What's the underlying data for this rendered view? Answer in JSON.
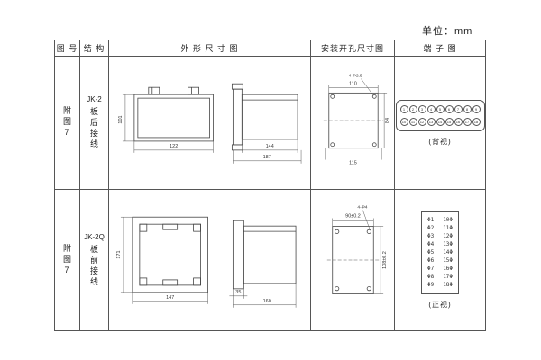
{
  "unit_label": "单位：mm",
  "headers": {
    "fig_no": "图 号",
    "structure": "结 构",
    "outline": "外  形  尺  寸  图",
    "mounting": "安装开孔尺寸图",
    "terminal": "端 子 图"
  },
  "row1": {
    "fig_no": "附图7",
    "model": "JK-2",
    "wiring": "板后接线",
    "outline": {
      "front_height": "101",
      "front_width": "122",
      "side_depth": "144",
      "side_total": "187"
    },
    "mounting": {
      "holes_note": "4-Φ2.5",
      "width_top": "110",
      "height_right": "84",
      "width_bottom": "115"
    },
    "terminal": {
      "view_label": "(背视)",
      "top_row": [
        "1",
        "2",
        "3",
        "4",
        "5",
        "6",
        "7",
        "8",
        "9"
      ],
      "bottom_row": [
        "10",
        "11",
        "12",
        "13",
        "14",
        "15",
        "16",
        "17",
        "18"
      ]
    }
  },
  "row2": {
    "fig_no": "附图7",
    "model": "JK-2Q",
    "wiring": "板前接线",
    "outline": {
      "front_height": "171",
      "front_width": "147",
      "flange_depth": "35",
      "side_total": "160"
    },
    "mounting": {
      "width_top": "90±0.2",
      "height_right": "108±0.2",
      "holes_note": "4-Φ4"
    },
    "terminal": {
      "view_label": "(正视)",
      "pairs": [
        [
          "Φ1",
          "10Φ"
        ],
        [
          "Φ2",
          "11Φ"
        ],
        [
          "Φ3",
          "12Φ"
        ],
        [
          "Φ4",
          "13Φ"
        ],
        [
          "Φ5",
          "14Φ"
        ],
        [
          "Φ6",
          "15Φ"
        ],
        [
          "Φ7",
          "16Φ"
        ],
        [
          "Φ8",
          "17Φ"
        ],
        [
          "Φ9",
          "18Φ"
        ]
      ]
    }
  }
}
